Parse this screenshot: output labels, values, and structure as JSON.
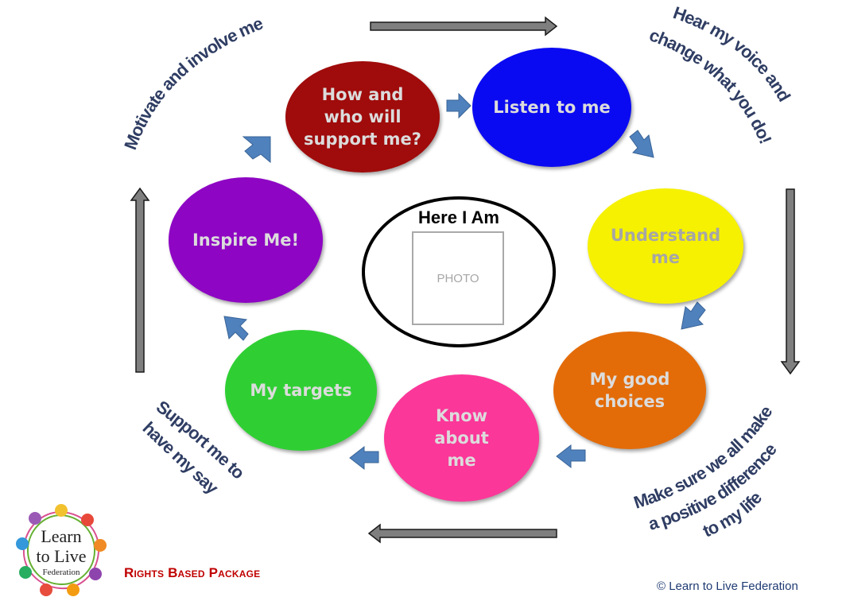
{
  "center": {
    "title": "Here I Am",
    "photo_label": "PHOTO"
  },
  "circles": [
    {
      "label": "How and\nwho will\nsupport me?",
      "color": "#a00b0b"
    },
    {
      "label": "Listen to me",
      "color": "#0a0af2"
    },
    {
      "label": "Understand\nme",
      "color": "#f6f100"
    },
    {
      "label": "My good\nchoices",
      "color": "#e36c09"
    },
    {
      "label": "Know\nabout\nme",
      "color": "#fb3799"
    },
    {
      "label": "My targets",
      "color": "#2fcf33"
    },
    {
      "label": "Inspire Me!",
      "color": "#8e06c4"
    }
  ],
  "outer_phrases": {
    "top_left": "Motivate and involve me",
    "top_right_line1": "Hear my voice and",
    "top_right_line2": "change what you do!",
    "bottom_right_line1": "Make sure we all make",
    "bottom_right_line2": "a positive difference",
    "bottom_right_line3": "to my life",
    "bottom_left_line1": "Support me to",
    "bottom_left_line2": "have my say"
  },
  "logo": {
    "line1": "Learn",
    "line2": "to Live",
    "line3": "Federation"
  },
  "package_label": "Rights Based Package",
  "copyright": "© Learn to Live Federation",
  "colors": {
    "arrow_blue": "#4f81bd",
    "text_navy": "#2f3d63",
    "package_red": "#c00000"
  }
}
